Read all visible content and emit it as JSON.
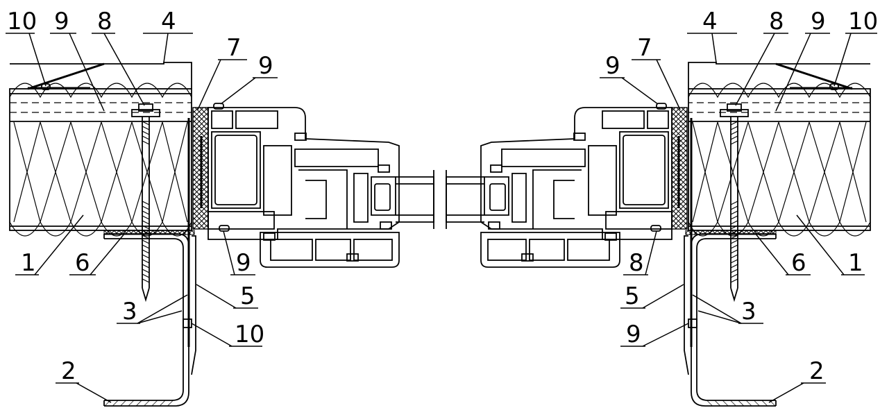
{
  "labels": {
    "l_10a": "10",
    "l_9a": "9",
    "l_8a": "8",
    "l_4a": "4",
    "l_7a": "7",
    "l_9b": "9",
    "l_1a": "1",
    "l_6a": "6",
    "l_9c": "9",
    "l_5a": "5",
    "l_3a": "3",
    "l_10b": "10",
    "l_2a": "2",
    "r_9a": "9",
    "r_7a": "7",
    "r_4a": "4",
    "r_8a": "8",
    "r_9b": "9",
    "r_10a": "10",
    "r_8b": "8",
    "r_6a": "6",
    "r_1a": "1",
    "r_5a": "5",
    "r_3a": "3",
    "r_9c": "9",
    "r_2a": "2"
  }
}
